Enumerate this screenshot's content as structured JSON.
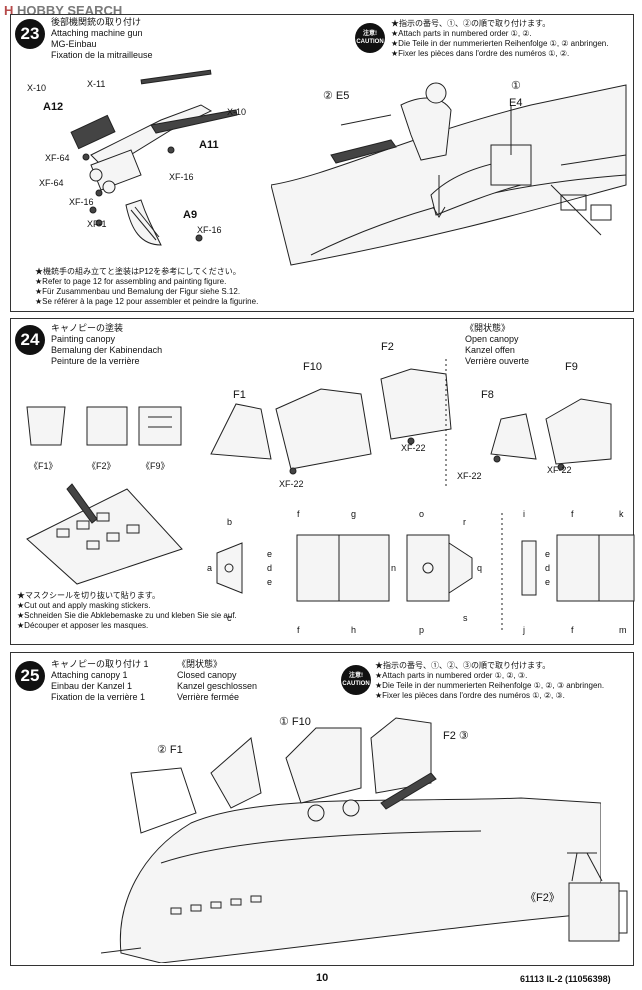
{
  "watermark": {
    "prefix": "H",
    "text": "HOBBY SEARCH"
  },
  "step23": {
    "num": "23",
    "titles": [
      "後部機関銃の取り付け",
      "Attaching machine gun",
      "MG-Einbau",
      "Fixation de la mitrailleuse"
    ],
    "caution_label": [
      "注意!",
      "CAUTION"
    ],
    "caution": [
      "★指示の番号、①、②の順で取り付けます。",
      "★Attach parts in numbered order ①, ②.",
      "★Die Teile in der nummerierten Reihenfolge ①, ② anbringen.",
      "★Fixer les pièces dans l'ordre des numéros ①, ②."
    ],
    "labels": {
      "x10a": "X-10",
      "x11": "X-11",
      "a12": "A12",
      "x10b": "X-10",
      "a11": "A11",
      "xf64a": "XF-64",
      "xf16a": "XF-16",
      "xf64b": "XF-64",
      "xf16b": "XF-16",
      "xf1": "XF-1",
      "a9": "A9",
      "xf16c": "XF-16",
      "e5": "② E5",
      "e4num": "①",
      "e4": "E4"
    },
    "notes": [
      "★機銃手の組み立てと塗装はP12を参考にしてください。",
      "★Refer to page 12 for assembling and painting figure.",
      "★Für Zusammenbau und Bemalung der Figur siehe S.12.",
      "★Se référer à la page 12 pour assembler et peindre la figurine."
    ]
  },
  "step24": {
    "num": "24",
    "titles": [
      "キャノピーの塗装",
      "Painting canopy",
      "Bemalung der Kabinendach",
      "Peinture de la verrière"
    ],
    "open_titles": [
      "《開状態》",
      "Open canopy",
      "Kanzel offen",
      "Verrière ouverte"
    ],
    "thumbs": [
      "《F1》",
      "《F2》",
      "《F9》"
    ],
    "parts": {
      "f1": "F1",
      "f10": "F10",
      "f2": "F2",
      "f8": "F8",
      "f9": "F9",
      "xf22a": "XF-22",
      "xf22b": "XF-22",
      "xf22c": "XF-22",
      "xf22d": "XF-22"
    },
    "mask_notes": [
      "★マスクシールを切り抜いて貼ります。",
      "★Cut out and apply masking stickers.",
      "★Schneiden Sie die Abklebemaske zu und kleben Sie sie auf.",
      "★Découper et apposer les masques."
    ],
    "mask_letters": [
      "b",
      "a",
      "c",
      "f",
      "e",
      "d",
      "e",
      "f",
      "g",
      "h",
      "o",
      "n",
      "p",
      "r",
      "q",
      "s",
      "i",
      "j",
      "f",
      "e",
      "d",
      "e",
      "f",
      "k",
      "m"
    ]
  },
  "step25": {
    "num": "25",
    "titles": [
      "キャノピーの取り付け 1",
      "Attaching canopy 1",
      "Einbau der Kanzel 1",
      "Fixation de la verrière 1"
    ],
    "closed_titles": [
      "《閉状態》",
      "Closed canopy",
      "Kanzel geschlossen",
      "Verrière fermée"
    ],
    "caution_label": [
      "注意!",
      "CAUTION"
    ],
    "caution": [
      "★指示の番号、①、②、③の順で取り付けます。",
      "★Attach parts in numbered order ①, ②, ③.",
      "★Die Teile in der nummerierten Reihenfolge ①, ②, ③ anbringen.",
      "★Fixer les pièces dans l'ordre des numéros ①, ②, ③."
    ],
    "labels": {
      "f10": "① F10",
      "f1": "② F1",
      "f2": "F2 ③",
      "f2thumb": "《F2》"
    }
  },
  "footer": {
    "page": "10",
    "code": "61113 IL-2 (11056398)"
  }
}
